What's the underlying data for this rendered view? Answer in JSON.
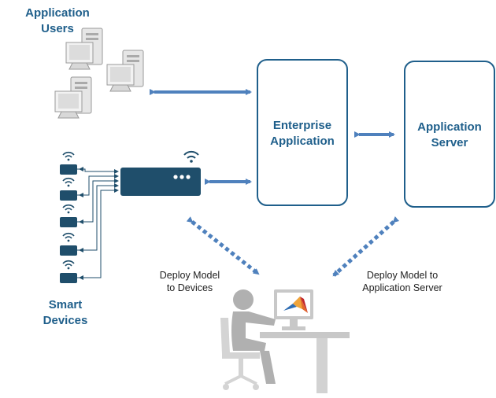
{
  "labels": {
    "app_users_line1": "Application",
    "app_users_line2": "Users",
    "enterprise_line1": "Enterprise",
    "enterprise_line2": "Application",
    "appserver_line1": "Application",
    "appserver_line2": "Server",
    "smart_line1": "Smart",
    "smart_line2": "Devices",
    "deploy_devices_line1": "Deploy Model",
    "deploy_devices_line2": "to Devices",
    "deploy_server_line1": "Deploy Model to",
    "deploy_server_line2": "Application Server"
  },
  "colors": {
    "accent": "#1f5f8b",
    "arrow": "#4f81bd",
    "device": "#1f4e6b",
    "person": "#b0b0b0",
    "computer": "#c8c8c8"
  },
  "icons": [
    "desktop-computer-icon",
    "wifi-icon",
    "gateway-device-icon",
    "sensor-device-icon",
    "person-at-desk-icon",
    "matlab-logo-icon"
  ]
}
